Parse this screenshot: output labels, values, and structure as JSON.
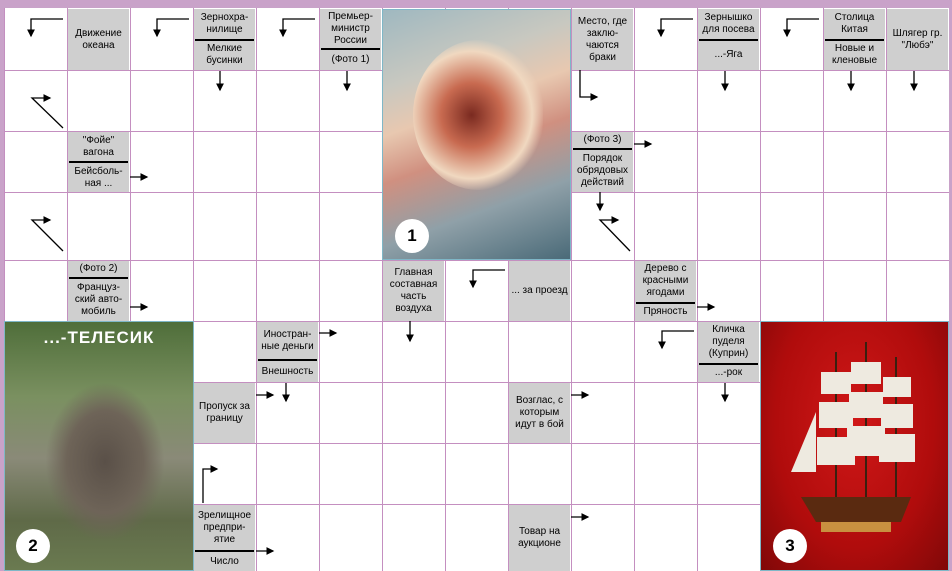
{
  "clues": {
    "ocean_motion": "Движение океана",
    "granary": "Зернохра-нилище",
    "small_beads": "Мелкие бусинки",
    "prime_minister": "Премьер-министр России",
    "photo1_ref": "(Фото 1)",
    "marriage_place": "Место, где заклю-чаются браки",
    "seed": "Зернышко для посева",
    "yaga": "...-Яга",
    "china_capital": "Столица Китая",
    "new_maple": "Новые и кленовые",
    "lube_hit": "Шлягер гр. \"Любэ\"",
    "wagon_foyer": "\"Фойе\" вагона",
    "baseball": "Бейсболь-ная ...",
    "photo3_ref": "(Фото 3)",
    "ritual_order": "Порядок обрядовых действий",
    "photo2_ref": "(Фото 2)",
    "french_car": "Француз-ский авто-мобиль",
    "air_component": "Главная составная часть воздуха",
    "fare": "... за проезд",
    "red_berry_tree": "Дерево с красными ягодами",
    "spice": "Пряность",
    "foreign_money": "Иностран-ные деньги",
    "appearance": "Внешность",
    "poodle_name": "Кличка пуделя (Куприн)",
    "rok": "...-рок",
    "border_pass": "Пропуск за границу",
    "battle_cry": "Возглас, с которым идут в бой",
    "entertainment": "Зрелищное предпри-ятие",
    "number": "Число",
    "auction_item": "Товар на аукционе"
  },
  "photos": {
    "photo1": {
      "number": "1"
    },
    "photo2": {
      "number": "2",
      "caption": "...-ТЕЛЕСИК"
    },
    "photo3": {
      "number": "3"
    }
  },
  "colors": {
    "frame": "#c9a2c9",
    "grid": "#c48fc0",
    "clue_bg": "#d6d6d6",
    "photo3_bg": "#c01010"
  }
}
